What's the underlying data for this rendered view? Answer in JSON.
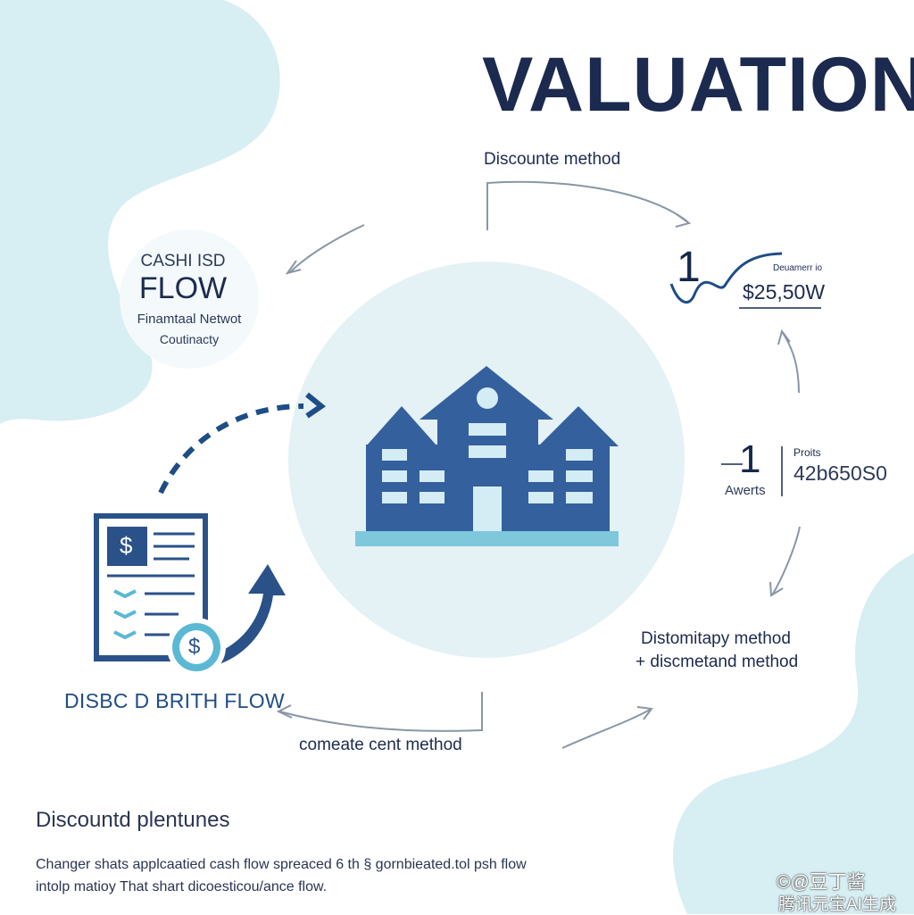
{
  "title": "VALUATION",
  "labels": {
    "discount_method": "Discounte method",
    "cash_top": "CASHI ISD",
    "cash_flow": "FLOW",
    "cash_sub1": "Finamtaal Netwot",
    "cash_sub2": "Coutinacty",
    "big_one": "1",
    "small_r": "Deuamerr io",
    "amount": "$25,50W",
    "mid_one": "1",
    "awerts": "Awerts",
    "profits": "Proits",
    "profit_value": "42b650S0",
    "distomitapy": "Distomitapy method",
    "discmetand": "+ discmetand method",
    "disbc": "DISBC D BRITH FLOW",
    "comeate": "comeate cent method",
    "dollar": "$"
  },
  "footer": {
    "heading": "Discountd plentunes",
    "line1": "Changer shats applcaatied cash flow spreaced 6 th § gornbieated.tol psh flow",
    "line2": "intolp matioy That shart dicoesticou/ance flow."
  },
  "watermark": {
    "line1": "©@豆丁酱",
    "line2": "腾讯元宝AI生成"
  },
  "colors": {
    "blob": "#d7eef3",
    "circle": "#e4f1f5",
    "navy": "#1b2a4e",
    "building": "#34609e",
    "building_window": "#d4ecf3",
    "base": "#7fc8dc",
    "arrow": "#8a96a6",
    "doc_blue": "#2a5289"
  },
  "icons": [
    "building-icon",
    "document-icon",
    "dollar-coin-icon",
    "growth-arrow-icon",
    "wave-chart-icon",
    "cycle-arrow-icon"
  ]
}
